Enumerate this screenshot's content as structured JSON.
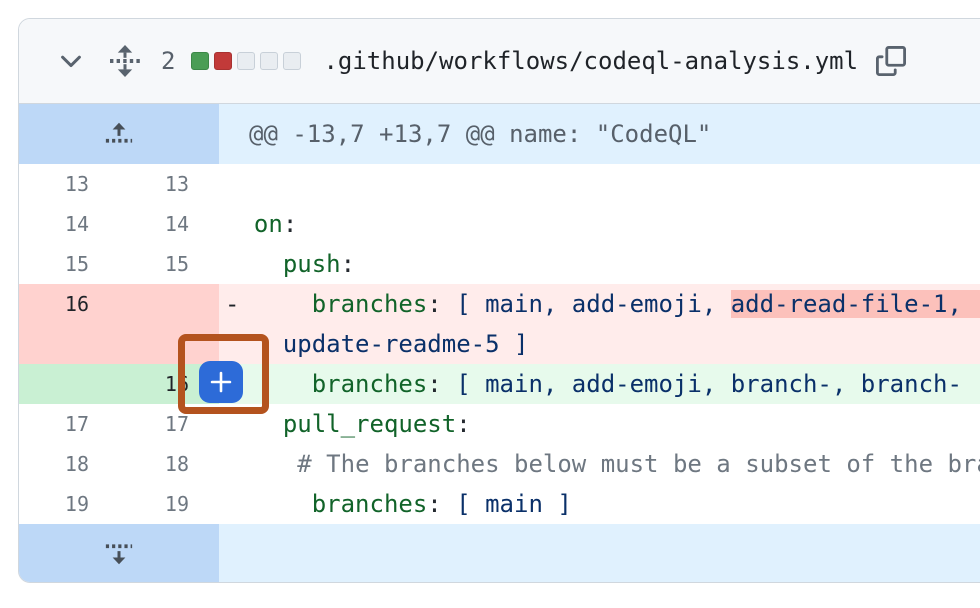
{
  "header": {
    "lines_changed": "2",
    "diffstat_squares": [
      "added",
      "deleted",
      "neutral",
      "neutral",
      "neutral"
    ],
    "file_path": ".github/workflows/codeql-analysis.yml"
  },
  "hunk": {
    "header_text": "@@ -13,7 +13,7 @@ name: \"CodeQL\""
  },
  "diff": {
    "rows": [
      {
        "type": "context",
        "old": "13",
        "new": "13",
        "marker": " ",
        "lines": [
          []
        ]
      },
      {
        "type": "context",
        "old": "14",
        "new": "14",
        "marker": " ",
        "lines": [
          [
            {
              "t": "on",
              "c": "ent"
            },
            {
              "t": ":",
              "c": "pun"
            }
          ]
        ]
      },
      {
        "type": "context",
        "old": "15",
        "new": "15",
        "marker": " ",
        "lines": [
          [
            {
              "t": "  ",
              "c": ""
            },
            {
              "t": "push",
              "c": "ent"
            },
            {
              "t": ":",
              "c": "pun"
            }
          ]
        ]
      },
      {
        "type": "deleted",
        "old": "16",
        "new": "",
        "marker": "-",
        "lines": [
          [
            {
              "t": "    ",
              "c": ""
            },
            {
              "t": "branches",
              "c": "ent"
            },
            {
              "t": ":",
              "c": "pun"
            },
            {
              "t": " [ main, add-emoji, ",
              "c": "str"
            },
            {
              "t": "add-read-file-1,",
              "c": "str hl"
            }
          ],
          [
            {
              "t": "  update-readme-5 ]",
              "c": "str"
            }
          ]
        ]
      },
      {
        "type": "added",
        "old": "",
        "new": "16",
        "marker": "+",
        "lines": [
          [
            {
              "t": "    ",
              "c": ""
            },
            {
              "t": "branches",
              "c": "ent"
            },
            {
              "t": ":",
              "c": "pun"
            },
            {
              "t": " [ main, add-emoji, branch-, branch-",
              "c": "str"
            }
          ]
        ]
      },
      {
        "type": "context",
        "old": "17",
        "new": "17",
        "marker": " ",
        "lines": [
          [
            {
              "t": "  ",
              "c": ""
            },
            {
              "t": "pull_request",
              "c": "ent"
            },
            {
              "t": ":",
              "c": "pun"
            }
          ]
        ]
      },
      {
        "type": "context",
        "old": "18",
        "new": "18",
        "marker": " ",
        "lines": [
          [
            {
              "t": "   ",
              "c": ""
            },
            {
              "t": "# The branches below must be a subset of the branches above",
              "c": "com"
            }
          ]
        ]
      },
      {
        "type": "context",
        "old": "19",
        "new": "19",
        "marker": " ",
        "lines": [
          [
            {
              "t": "    ",
              "c": ""
            },
            {
              "t": "branches",
              "c": "ent"
            },
            {
              "t": ":",
              "c": "pun"
            },
            {
              "t": " [ main ]",
              "c": "str"
            }
          ]
        ]
      }
    ]
  },
  "annotation": {
    "add_comment_button_label": "+",
    "highlight_color": "#b4531e",
    "button_color": "#2d6bd8"
  },
  "icons": {
    "collapse": "chevron-down-icon",
    "drag": "drag-vertical-icon",
    "copy": "copy-icon",
    "expand_up": "expand-up-icon",
    "expand_down": "expand-down-icon",
    "add_comment": "plus-icon"
  },
  "colors": {
    "added_square": "#4a9d55",
    "deleted_square": "#c23a39",
    "neutral_square": "#e9edf1",
    "deleted_line_bg": "#ffeceb",
    "deleted_word_bg": "#fcc1bb",
    "added_line_bg": "#e7faec",
    "hunk_bg": "#e0f1fe"
  }
}
